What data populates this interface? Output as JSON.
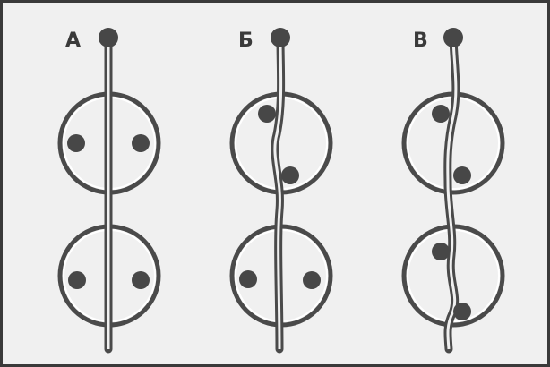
{
  "diagram": {
    "panels": [
      {
        "label": "А",
        "variant": "straight"
      },
      {
        "label": "Б",
        "variant": "bent"
      },
      {
        "label": "В",
        "variant": "twisted"
      }
    ]
  },
  "colors": {
    "background": "#f0f0f0",
    "frame": "#3a3a3a",
    "ink": "#4a4a4a",
    "dots": "#474747"
  }
}
